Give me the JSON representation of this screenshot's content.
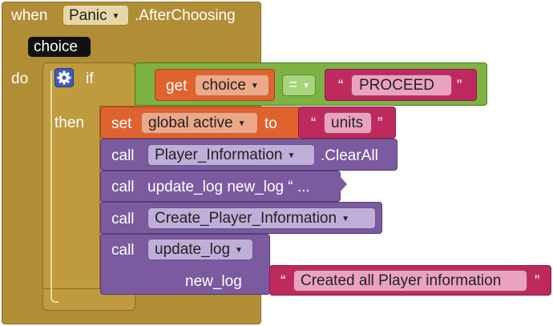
{
  "event": {
    "when_label": "when",
    "component": "Panic",
    "event_name": ".AfterChoosing",
    "param": "choice",
    "do_label": "do"
  },
  "if_block": {
    "if_label": "if",
    "then_label": "then",
    "condition": {
      "get_label": "get",
      "var_name": "choice",
      "operator": "=",
      "quote_open": "“",
      "literal": "PROCEED",
      "quote_close": "”"
    }
  },
  "statements": {
    "set": {
      "set_label": "set",
      "var_name": "global active",
      "to_label": "to",
      "quote_open": "“",
      "literal": "units",
      "quote_close": "”"
    },
    "call1": {
      "call_label": "call",
      "component": "Player_Information",
      "method": ".ClearAll"
    },
    "call2": {
      "call_label": "call",
      "collapsed_text": "update_log new_log “ ..."
    },
    "call3": {
      "call_label": "call",
      "procedure": "Create_Player_Information"
    },
    "call4": {
      "call_label": "call",
      "procedure": "update_log",
      "arg_label": "new_log",
      "quote_open": "“",
      "literal": "Created all Player information",
      "quote_close": "”"
    }
  },
  "colors": {
    "event": "#b18e35",
    "control": "#bf9b3e",
    "logic": "#7cb342",
    "variables": "#e0622e",
    "text": "#bf2a5e",
    "procedures": "#7b5aa0"
  }
}
